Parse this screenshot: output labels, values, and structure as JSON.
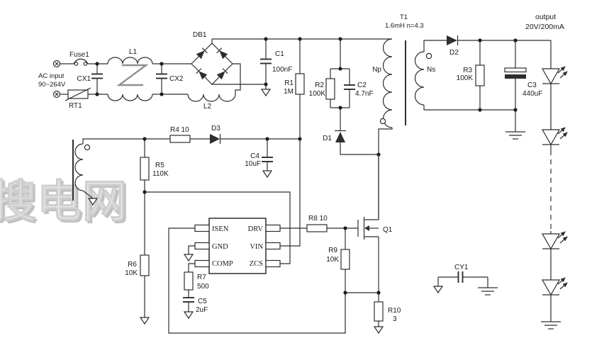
{
  "schematic": {
    "watermark": "搜电网",
    "input": {
      "line1": "AC input",
      "line2": "90~264V",
      "fuse": "Fuse1",
      "thermistor": "RT1",
      "cx1": "CX1",
      "cx2": "CX2",
      "choke": "L1",
      "l2": "L2",
      "bridge": "DB1"
    },
    "bulk": {
      "c1": "C1",
      "c1_value": "100nF",
      "r1": "R1",
      "r1_value": "1M"
    },
    "snubber": {
      "r2": "R2",
      "r2_value": "100K",
      "c2": "C2",
      "c2_value": "4.7nF",
      "d1": "D1"
    },
    "transformer": {
      "name": "T1",
      "spec": "1.6mH n=4.3",
      "primary": "Np",
      "secondary": "Ns"
    },
    "output": {
      "d2": "D2",
      "r3": "R3",
      "r3_value": "100K",
      "c3": "C3",
      "c3_value": "440uF",
      "title": "output",
      "rating": "20V/200mA"
    },
    "vcc": {
      "r4": "R4 10",
      "d3": "D3",
      "c4": "C4",
      "c4_value": "10uF",
      "r5": "R5",
      "r5_value": "110K",
      "r6": "R6",
      "r6_value": "10K"
    },
    "controller": {
      "pin_isen": "ISEN",
      "pin_gnd": "GND",
      "pin_comp": "COMP",
      "pin_drv": "DRV",
      "pin_vin": "VIN",
      "pin_zcs": "ZCS",
      "r7": "R7",
      "r7_value": "500",
      "c5": "C5",
      "c5_value": "2uF"
    },
    "switch": {
      "r8": "R8 10",
      "r9": "R9",
      "r9_value": "10K",
      "q1": "Q1",
      "r10": "R10",
      "r10_value": "3"
    },
    "emi": {
      "cy1": "CY1"
    }
  }
}
